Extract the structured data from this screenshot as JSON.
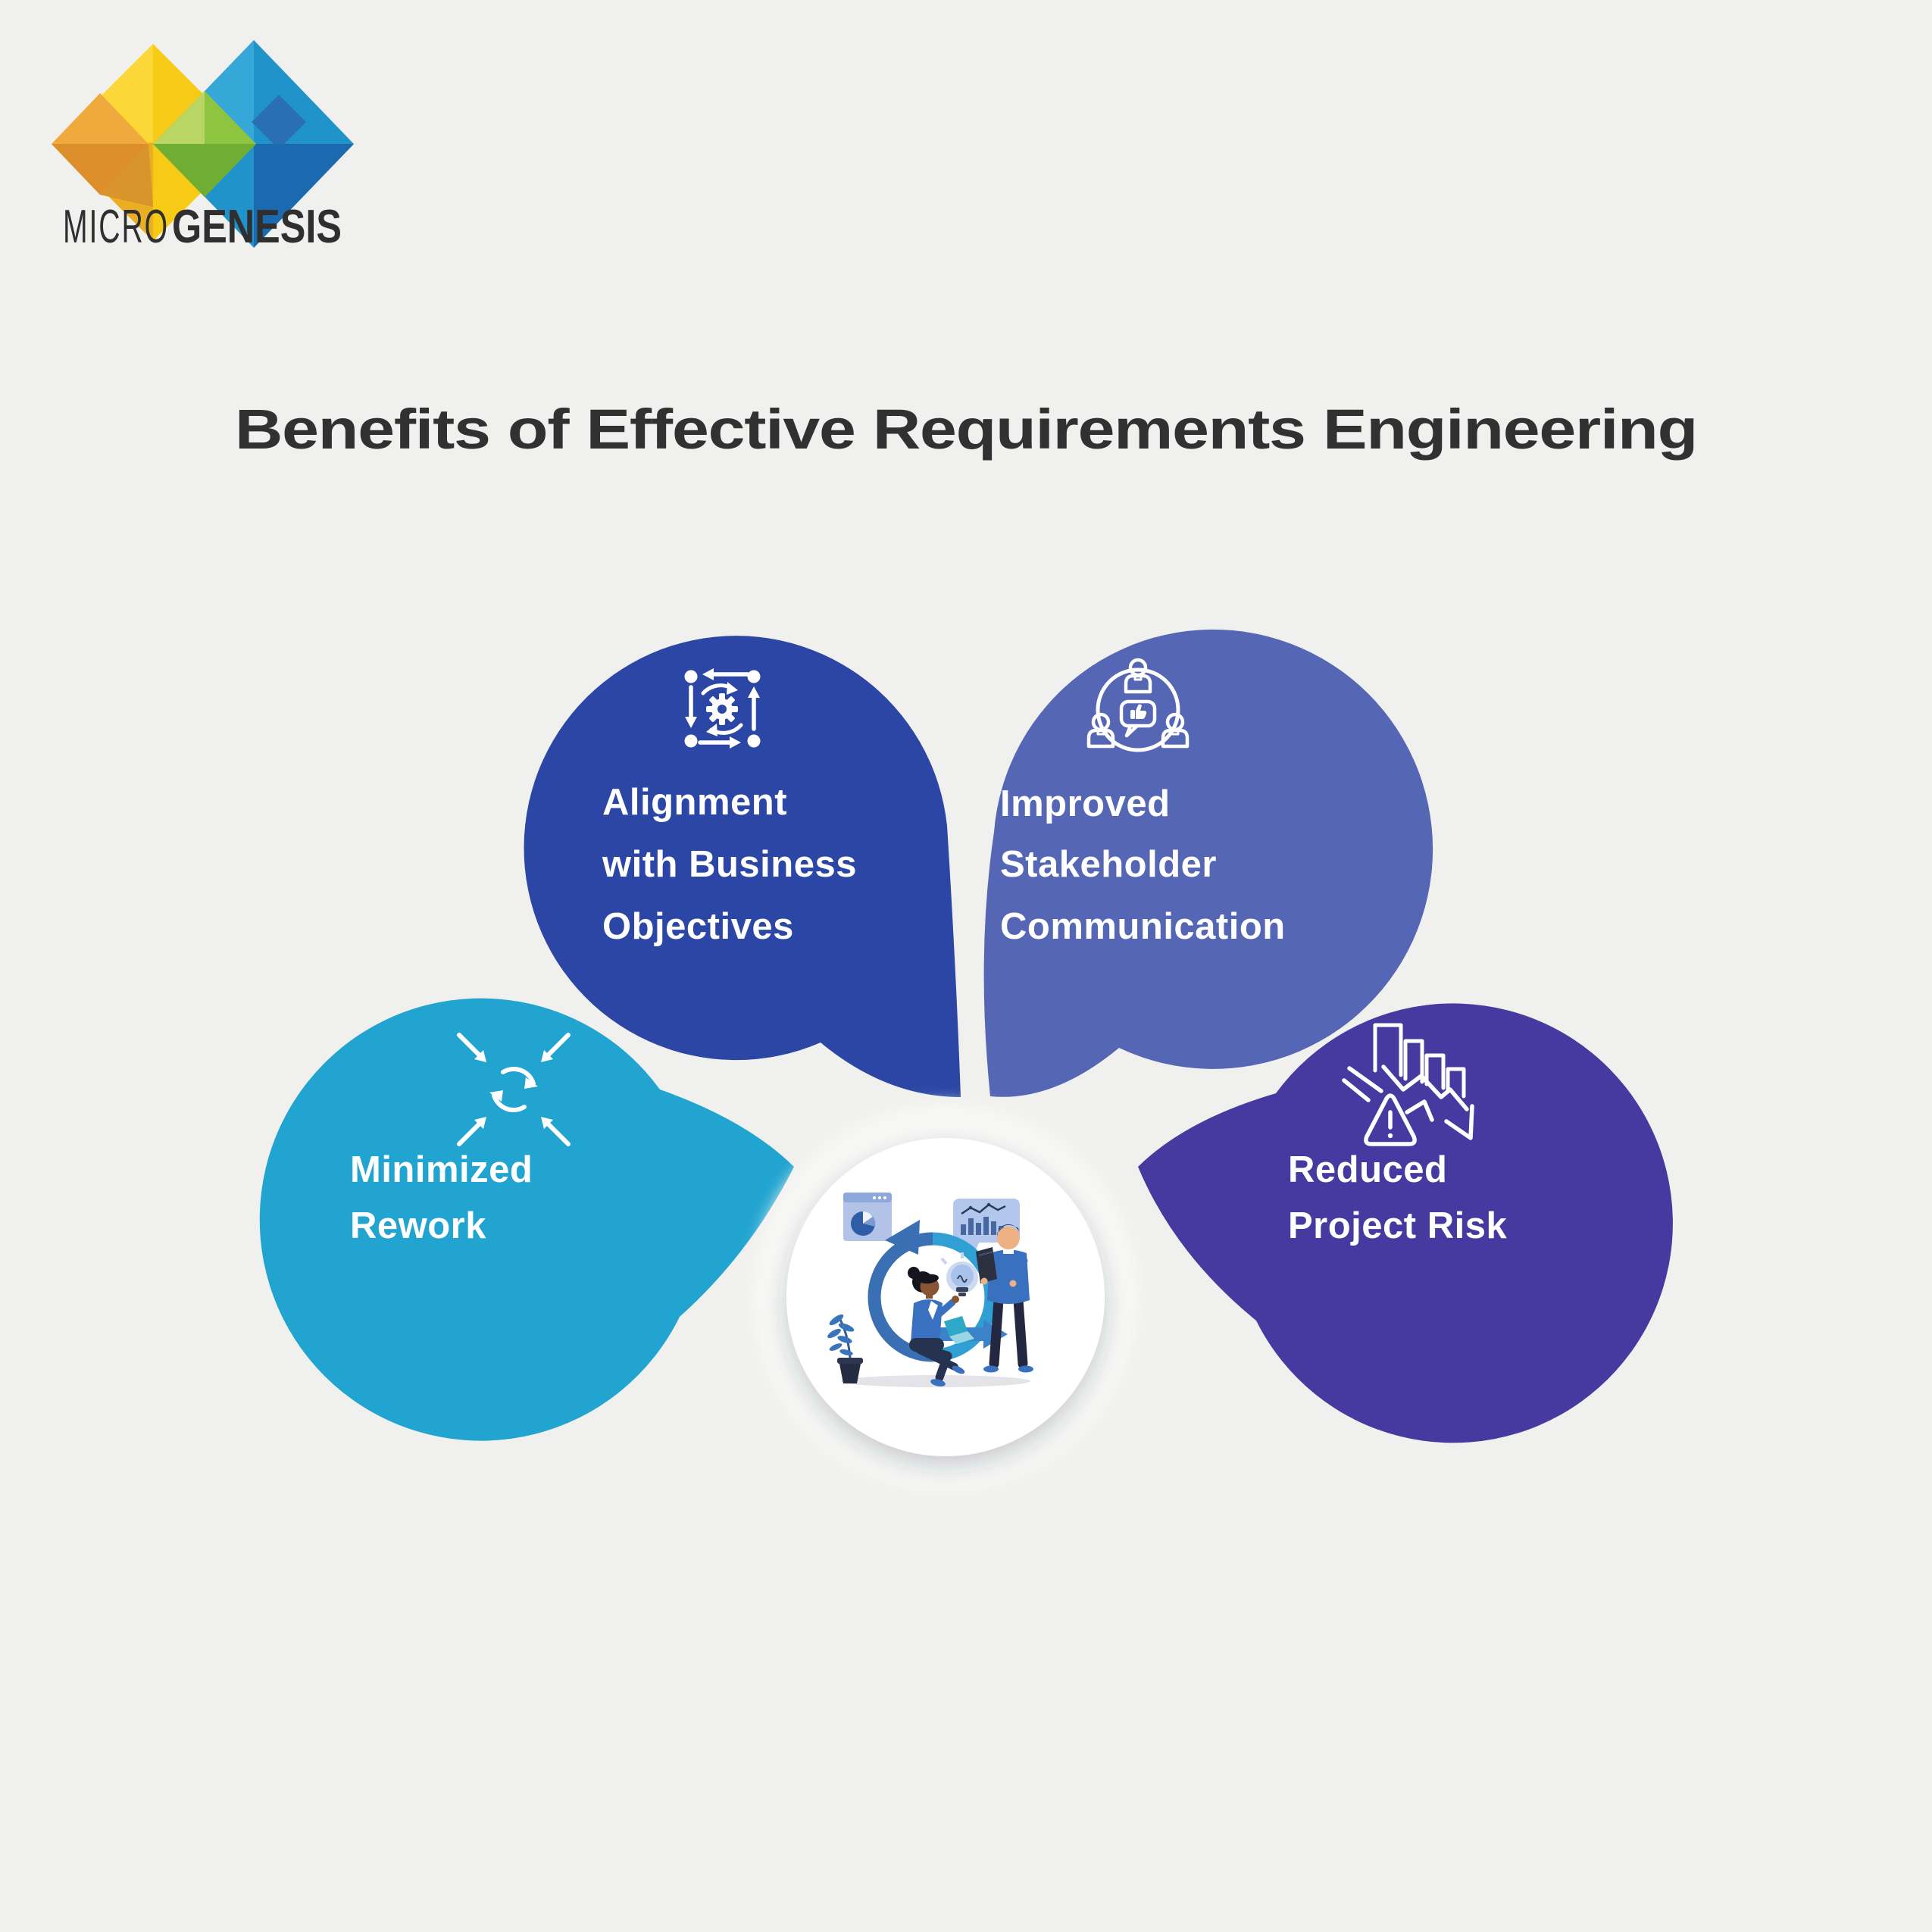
{
  "page": {
    "background": "#f0f0ee"
  },
  "logo": {
    "brand_prefix": "MICRO",
    "brand_suffix": "GENESIS",
    "mark_colors": {
      "yellow": "#f7ca16",
      "orange": "#eda33a",
      "green": "#8dc440",
      "blue": "#2193cb"
    },
    "text_color": "#2f2f2f"
  },
  "title": {
    "text": "Benefits of Effective Requirements Engineering",
    "color": "#313131"
  },
  "petals": [
    {
      "label": "Alignment with Business Objectives",
      "lines": [
        "Alignment",
        "with Business",
        "Objectives"
      ],
      "color": "#2b46a4",
      "icon": "process-cycle-gear-icon"
    },
    {
      "label": "Improved Stakeholder Communication",
      "lines": [
        "Improved",
        "Stakeholder",
        "Communication"
      ],
      "color": "#5566b5",
      "icon": "stakeholder-communication-icon"
    },
    {
      "label": "Minimized Rework",
      "lines": [
        "Minimized",
        "Rework"
      ],
      "color": "#21a4d0",
      "icon": "converging-arrows-icon"
    },
    {
      "label": "Reduced Project Risk",
      "lines": [
        "Reduced",
        "Project Risk"
      ],
      "color": "#46399f",
      "icon": "declining-chart-warning-icon"
    }
  ],
  "center": {
    "illustration": "two-colleagues-around-agile-loop",
    "elements": [
      "agile-loop-arrow",
      "pie-chart-browser-card",
      "bar-chart-speech-bubble",
      "lightbulb",
      "woman-with-laptop",
      "man-with-tablet",
      "potted-plant",
      "background-gears"
    ]
  }
}
